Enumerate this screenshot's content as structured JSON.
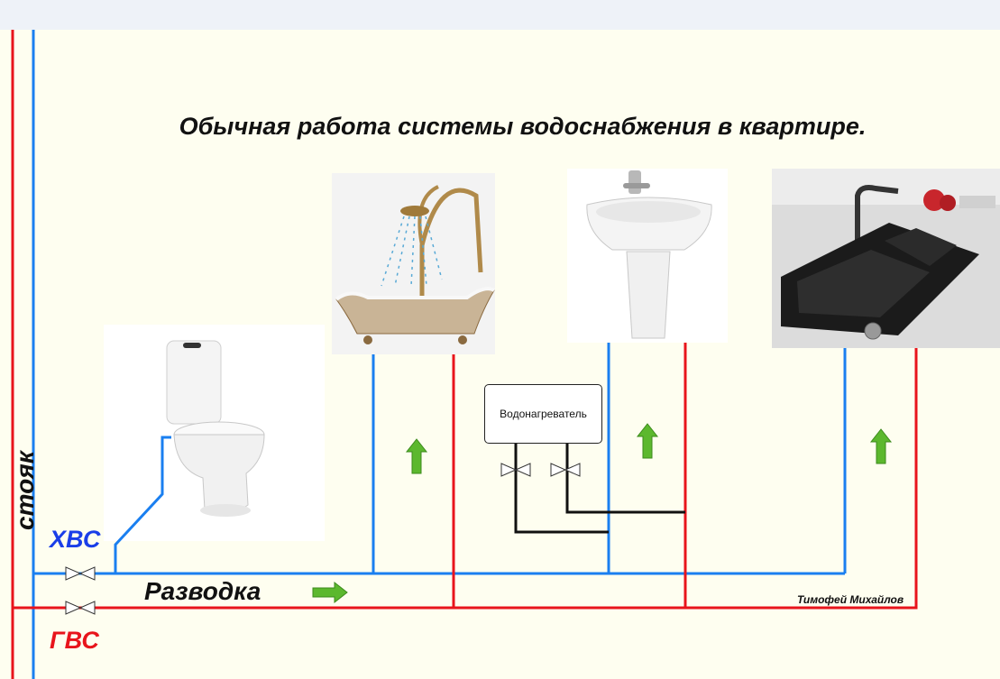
{
  "title": "Обычная работа системы водоснабжения в квартире.",
  "labels": {
    "riser": "стояк",
    "cold_water": "ХВС",
    "hot_water": "ГВС",
    "distribution": "Разводка",
    "water_heater": "Водонагреватель",
    "author": "Тимофей Михайлов"
  },
  "colors": {
    "cold_pipe": "#1a7ff0",
    "hot_pipe": "#e8141c",
    "heater_pipe": "#111111",
    "flow_arrow": "#5cb82e",
    "background": "#fefef0"
  },
  "icons": [
    "toilet-icon",
    "bathtub-shower-icon",
    "washbasin-icon",
    "kitchen-sink-icon",
    "valve-icon",
    "flow-arrow-icon"
  ]
}
